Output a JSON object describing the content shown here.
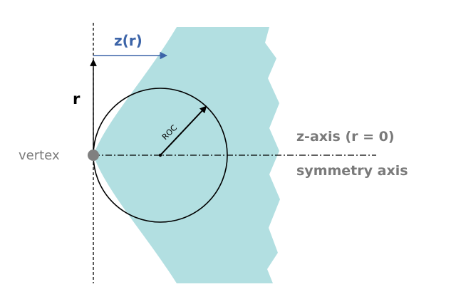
{
  "labels": {
    "z_of_r": "z(r)",
    "r": "r",
    "roc": "ROC",
    "vertex": "vertex",
    "z_axis": "z-axis (r = 0)",
    "symmetry_axis": "symmetry axis"
  },
  "colors": {
    "lens_fill": "#b2dfe1",
    "z_of_r_label": "#3c64a8",
    "z_of_r_arrow": "#3c64a8",
    "gray_text": "#7a7a7a",
    "vertex_dot": "#808080",
    "lines": "#000000"
  }
}
